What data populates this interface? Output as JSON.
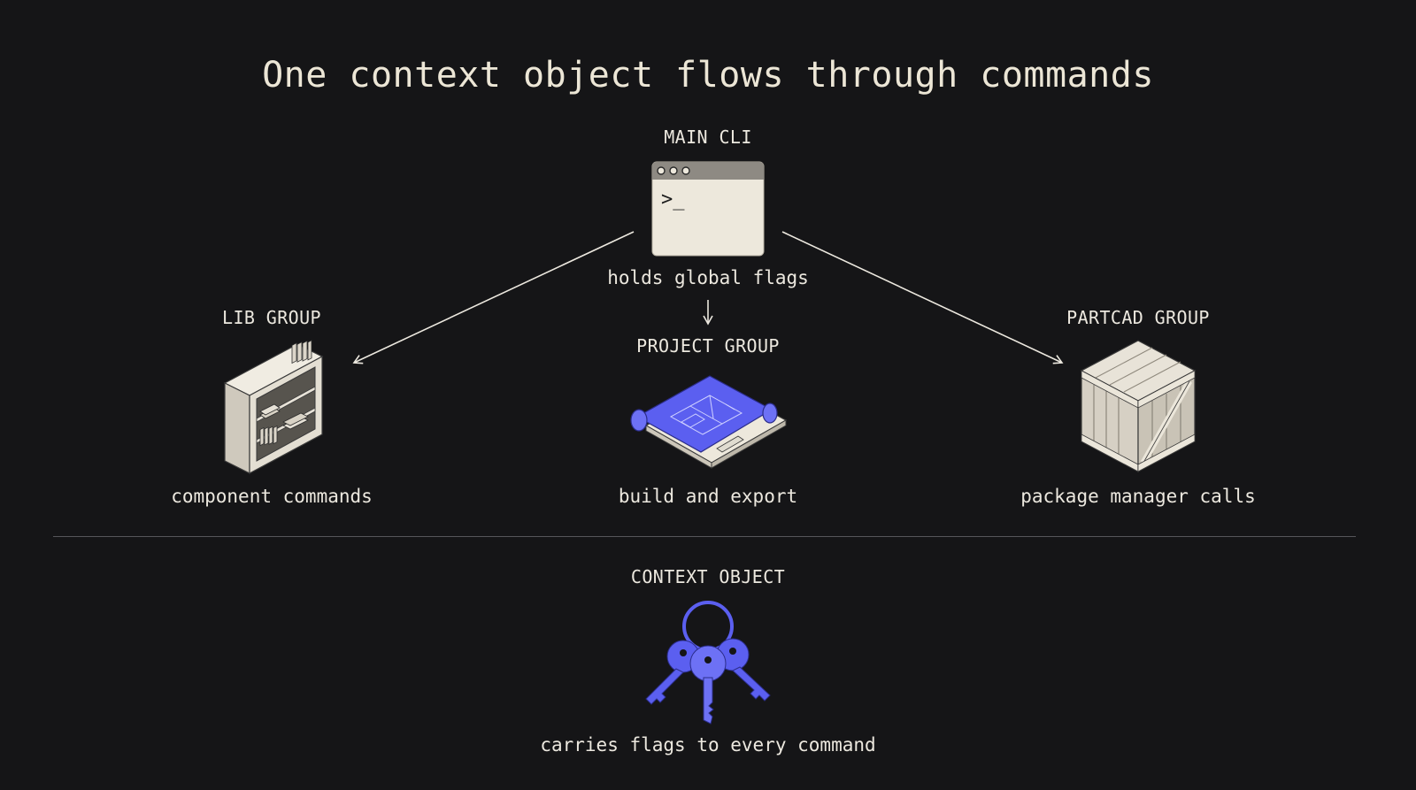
{
  "title": "One context object flows through commands",
  "main_cli": {
    "label": "MAIN CLI",
    "caption": "holds global flags",
    "icon": "terminal-window-icon",
    "prompt": ">_"
  },
  "lib_group": {
    "label": "LIB GROUP",
    "caption": "component commands",
    "icon": "bookshelf-icon"
  },
  "project_group": {
    "label": "PROJECT GROUP",
    "caption": "build and export",
    "icon": "blueprint-icon"
  },
  "partcad_group": {
    "label": "PARTCAD GROUP",
    "caption": "package manager calls",
    "icon": "crate-icon"
  },
  "context_object": {
    "label": "CONTEXT OBJECT",
    "caption": "carries flags to every command",
    "icon": "keys-icon"
  },
  "colors": {
    "background": "#151517",
    "text": "#ece8df",
    "accent": "#5b5ff0",
    "paper": "#ede8dc"
  }
}
